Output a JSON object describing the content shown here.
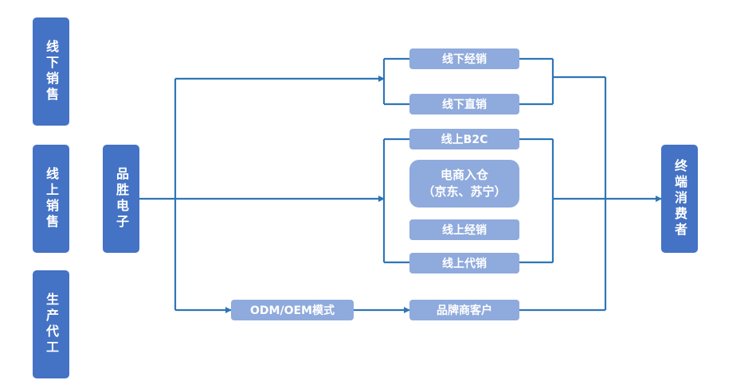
{
  "left_categories": {
    "offline": "线下销售",
    "online": "线上销售",
    "oem": "生产代工"
  },
  "source": "品胜电子",
  "destination": "终端消费者",
  "channels": {
    "offline_distribution": "线下经销",
    "offline_direct": "线下直销",
    "online_b2c": "线上B2C",
    "ecommerce_line1": "电商入仓",
    "ecommerce_line2": "（京东、苏宁）",
    "online_distribution": "线上经销",
    "online_consignment": "线上代销",
    "odm_oem": "ODM/OEM模式",
    "brand_customers": "品牌商客户"
  },
  "colors": {
    "primary_box": "#4472c4",
    "secondary_box": "#8faadc",
    "connector": "#2e75b6"
  }
}
